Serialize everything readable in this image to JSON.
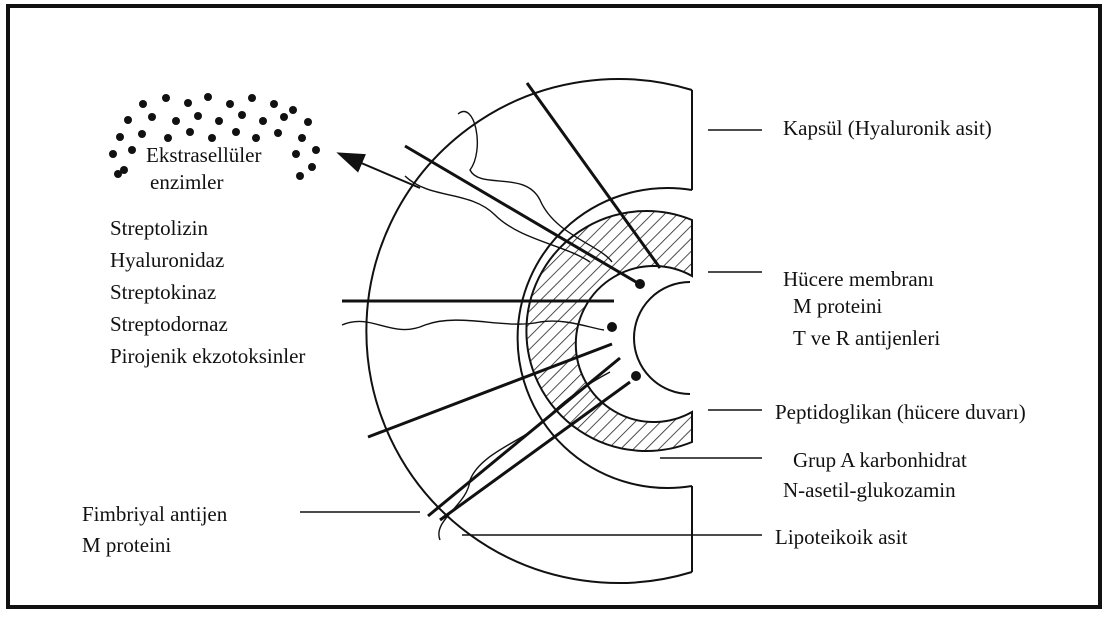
{
  "extracellular": {
    "title_line1": "Ekstrasellüler",
    "title_line2": "enzimler",
    "items": [
      "Streptolizin",
      "Hyaluronidaz",
      "Streptokinaz",
      "Streptodornaz",
      "Pirojenik ekzotoksinler"
    ]
  },
  "labels": {
    "capsule": "Kapsül (Hyaluronik asit)",
    "membrane": "Hücere membranı",
    "m_protein": "M proteini",
    "t_r_antigens": "T ve R antijenleri",
    "peptidoglycan": "Peptidoglikan (hücere duvarı)",
    "group_a": "Grup A karbonhidrat",
    "n_acetyl": "N-asetil-glukozamin",
    "lipoteichoic": "Lipoteikoik asit",
    "fimbrial": "Fimbriyal antijen",
    "fimbrial_m": "M proteini"
  }
}
